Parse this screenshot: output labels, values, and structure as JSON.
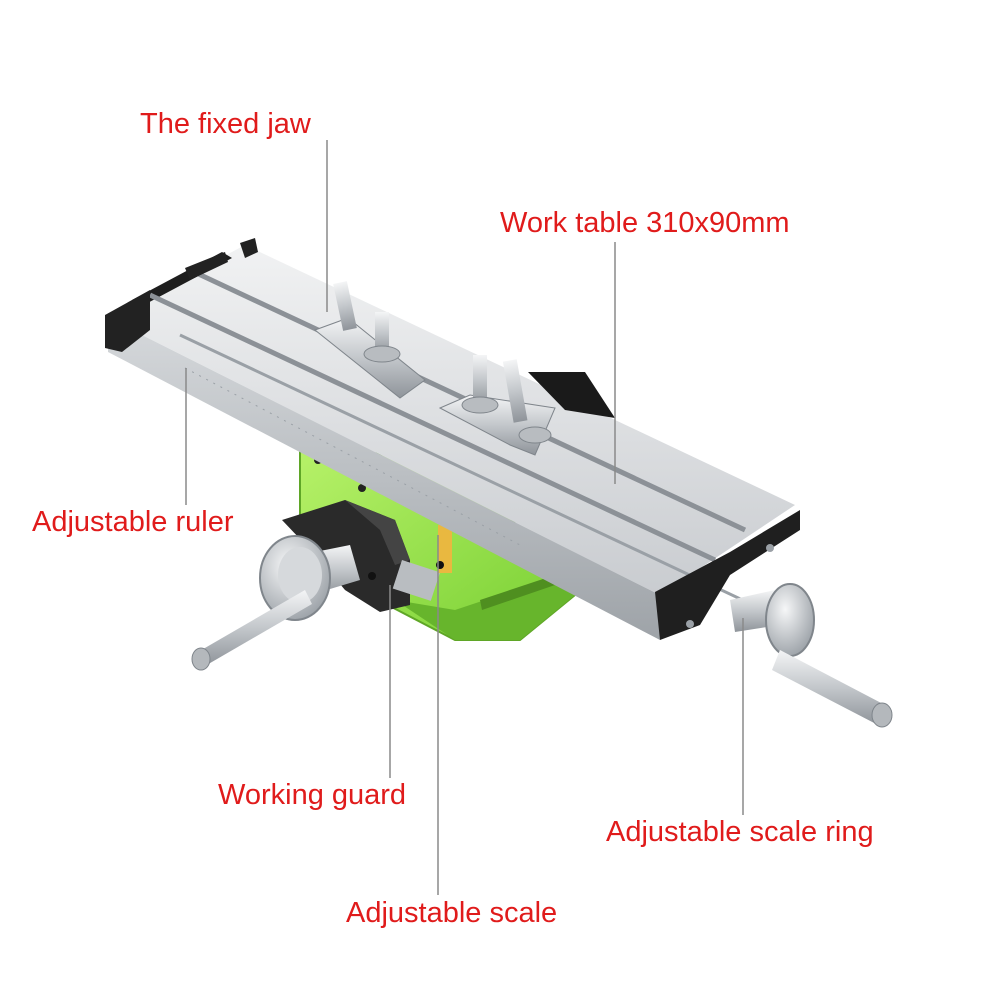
{
  "labels": {
    "fixed_jaw": "The fixed jaw",
    "work_table": "Work table 310x90mm",
    "adjustable_ruler": "Adjustable ruler",
    "working_guard": "Working guard",
    "adjustable_scale_ring": "Adjustable scale ring",
    "adjustable_scale": "Adjustable scale"
  },
  "colors": {
    "label_text": "#e01b1b",
    "leader_line": "#8a8a8a",
    "base_green": "#8ee04a",
    "table_aluminium": "#d9dcdf",
    "slot_dark": "#1e1e1e",
    "steel": "#c8ccd0"
  }
}
